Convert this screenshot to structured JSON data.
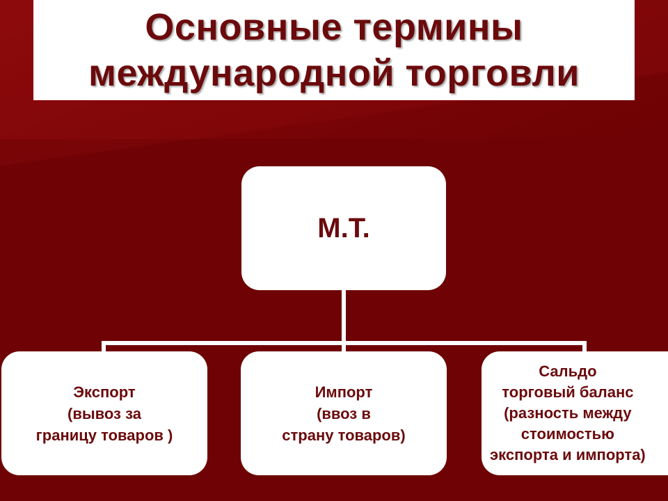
{
  "title": "Основные термины\nмеждународной торговли",
  "diagram": {
    "root": {
      "label": "М.Т."
    },
    "children": [
      {
        "label": "Экспорт\n(вывоз за\nграницу товаров )"
      },
      {
        "label": "Импорт\n(ввоз в\nстрану товаров)"
      },
      {
        "label": "Сальдо\nторговый баланс\n(разность между\nстоимостью\nэкспорта и импорта)"
      }
    ]
  },
  "colors": {
    "background": "#6e0204",
    "text": "#6b0a0c",
    "box": "#ffffff"
  }
}
